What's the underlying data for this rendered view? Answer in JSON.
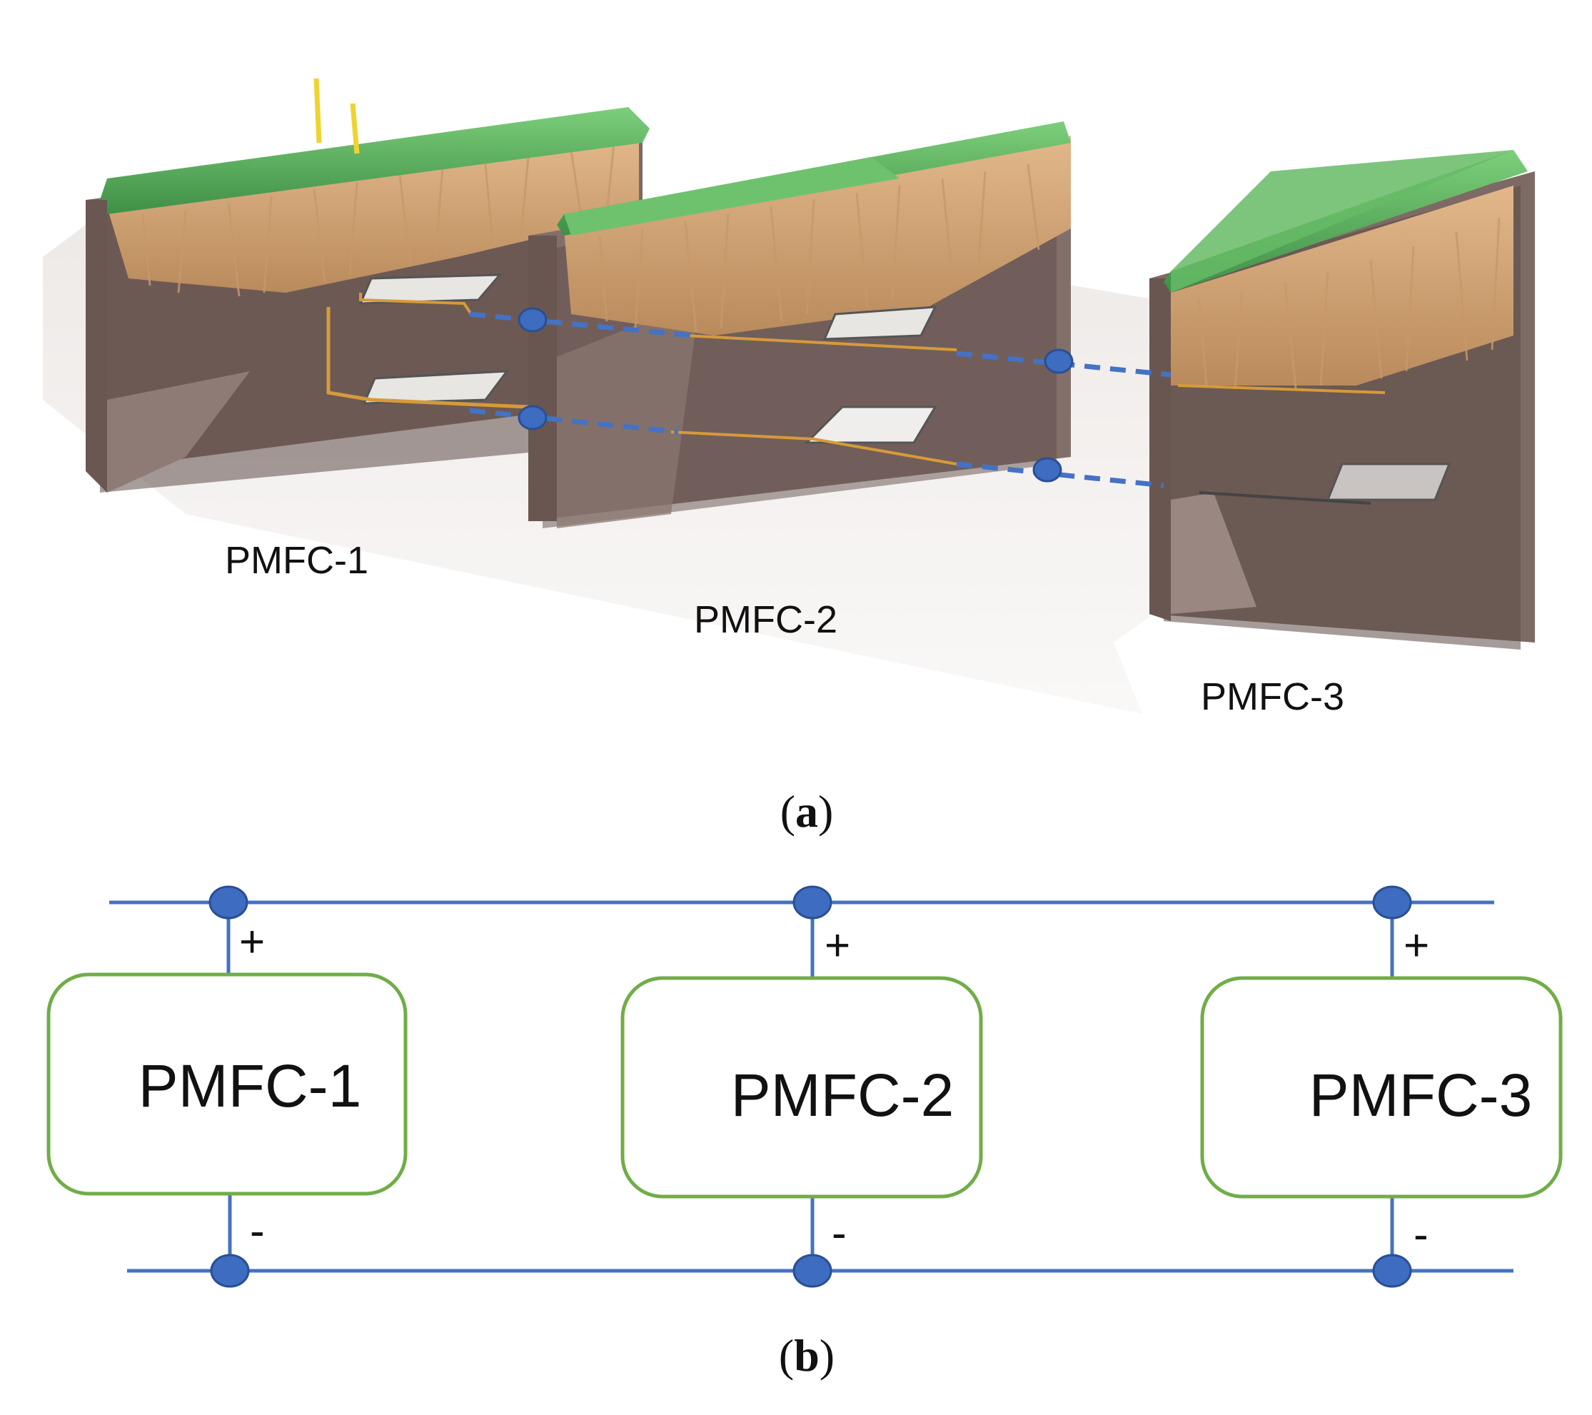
{
  "panel_a": {
    "cells": [
      {
        "label": "PMFC-1"
      },
      {
        "label": "PMFC-2"
      },
      {
        "label": "PMFC-3"
      }
    ],
    "caption": {
      "open": "(",
      "letter": "a",
      "close": ")"
    }
  },
  "panel_b": {
    "cells": [
      {
        "label": "PMFC-1",
        "plus": "+",
        "minus": "-"
      },
      {
        "label": "PMFC-2",
        "plus": "+",
        "minus": "-"
      },
      {
        "label": "PMFC-3",
        "plus": "+",
        "minus": "-"
      }
    ],
    "caption": {
      "open": "(",
      "letter": "b",
      "close": ")"
    }
  },
  "colors": {
    "wire": "#4472c4",
    "node_fill": "#3d6cc0",
    "node_stroke": "#2a4f94",
    "box_stroke": "#70ad47",
    "grass": "#5aa85a",
    "roots": "#d9a877",
    "soil": "#6e5a55",
    "cable": "#d79a3a"
  }
}
